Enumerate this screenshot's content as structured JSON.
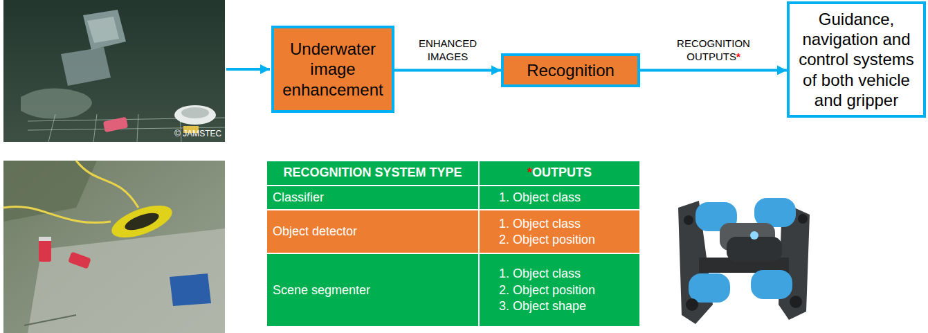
{
  "diagram": {
    "nodes": [
      {
        "text": [
          "Underwater image enhancement"
        ]
      },
      {
        "text": [
          "Recognition"
        ]
      },
      {
        "text": [
          "Guidance, navigation and control systems of both vehicle and gripper"
        ]
      }
    ],
    "edges": [
      {
        "from": 0,
        "to": 1,
        "arrow": "to",
        "label": "ENHANCED IMAGES"
      },
      {
        "from": 1,
        "to": 2,
        "arrow": "to",
        "label": "RECOGNITION OUTPUTS"
      }
    ],
    "labels": [
      "© JAMSTEC",
      "*",
      "RECOGNITION SYSTEM TYPE",
      "*",
      "OUTPUTS",
      "Classifier",
      "1. Object class",
      "Object detector",
      "1. Object class",
      "2. Object position",
      "Scene segmenter",
      "1. Object class",
      "2. Object position",
      "3. Object shape"
    ]
  }
}
